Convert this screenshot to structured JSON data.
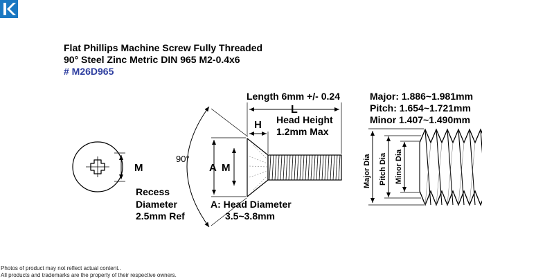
{
  "brand": {
    "logo": "K",
    "logo_color": "#1a78c2"
  },
  "title": {
    "line1": "Flat Phillips Machine Screw Fully Threaded",
    "line2": "90° Steel Zinc Metric DIN 965 M2-0.4x6",
    "part_number": "# M26D965",
    "part_number_color": "#2f3fa0"
  },
  "recess_view": {
    "m_label": "M",
    "recess_line1": "Recess",
    "recess_line2": "Diameter",
    "recess_line3": "2.5mm Ref"
  },
  "side_view": {
    "angle_label": "90°",
    "a_label": "A",
    "m_label": "M",
    "h_label": "H",
    "l_label": "L",
    "length_label": "Length 6mm +/- 0.24",
    "head_height_line1": "Head Height",
    "head_height_line2": "1.2mm Max",
    "head_diameter_line1": "A: Head Diameter",
    "head_diameter_line2": "3.5~3.8mm"
  },
  "thread_view": {
    "major_spec": "Major: 1.886~1.981mm",
    "pitch_spec": "Pitch: 1.654~1.721mm",
    "minor_spec": "Minor 1.407~1.490mm",
    "major_dia_label": "Major Dia",
    "pitch_dia_label": "Pitch Dia",
    "minor_dia_label": "Minor Dia"
  },
  "footer": {
    "line1": "Photos of product may not reflect actual content..",
    "line2": "All products and trademarks are the property of their respective owners."
  }
}
